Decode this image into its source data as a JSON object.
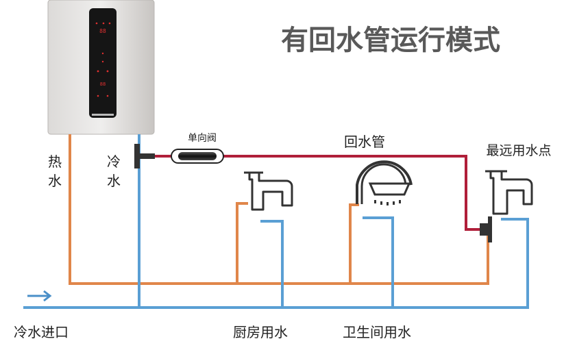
{
  "title": "有回水管运行模式",
  "labels": {
    "hot_water_1": "热",
    "hot_water_2": "水",
    "cold_water_1": "冷",
    "cold_water_2": "水",
    "check_valve": "单向阀",
    "return_pipe": "回水管",
    "farthest_point": "最远用水点",
    "cold_inlet": "冷水进口",
    "kitchen": "厨房用水",
    "bathroom": "卫生间用水"
  },
  "heater_display": {
    "digits": "88",
    "small_digits": "88"
  },
  "colors": {
    "hot_pipe": "#e0864a",
    "cold_pipe": "#5a9fd4",
    "return_pipe": "#b01f3a",
    "title": "#595959",
    "heater_body": "#c9c6c3",
    "heater_panel": "#151515"
  }
}
